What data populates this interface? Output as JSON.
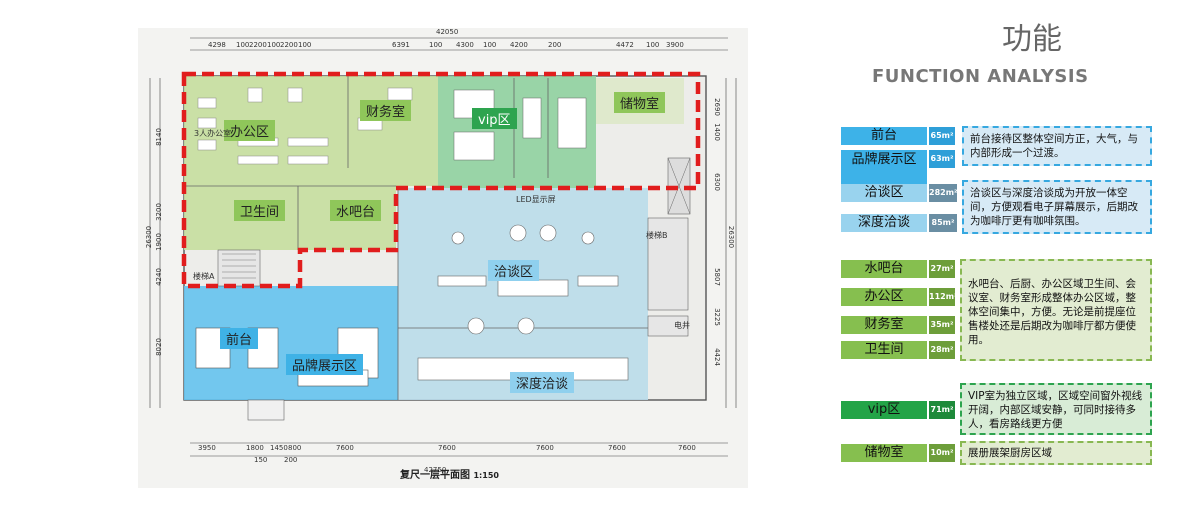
{
  "header": {
    "title_cn": "功能",
    "title_en": "FUNCTION ANALYSIS"
  },
  "plan": {
    "caption": "复尺一层平面图",
    "scale": "1:150",
    "top_total": "42050",
    "bottom_total": "42750",
    "top_dims": [
      "4298",
      "100",
      "2200",
      "100",
      "2200",
      "100",
      "6391",
      "100",
      "4300",
      "100",
      "4200",
      "200",
      "4472",
      "100",
      "3900"
    ],
    "bottom_dims": [
      "3950",
      "1800",
      "1450",
      "800",
      "7600",
      "7600",
      "7600",
      "7600",
      "7600"
    ],
    "bottom_sub_dims": [
      "150",
      "200"
    ],
    "left_total": "26300",
    "left_dims": [
      "8140",
      "3200",
      "1900",
      "4240",
      "8020"
    ],
    "right_total": "26300",
    "right_dims": [
      "2690",
      "1400",
      "6300",
      "5807",
      "3225",
      "4424"
    ],
    "zones": {
      "office": "办公区",
      "finance": "财务室",
      "vip": "vip区",
      "storage": "储物室",
      "toilet": "卫生间",
      "bar": "水吧台",
      "lounge": "洽谈区",
      "reception": "前台",
      "showroom": "品牌展示区",
      "deep": "深度洽谈",
      "stair_a": "楼梯A",
      "stair_b": "楼梯B",
      "elevator": "电井",
      "led": "LED显示屏",
      "room_small": "3人办公室"
    }
  },
  "legend": {
    "groups": [
      {
        "items": [
          {
            "label": "前台",
            "area": "65m²",
            "color": "blue"
          },
          {
            "label": "品牌展示区",
            "area": "63m²",
            "color": "blue"
          }
        ],
        "desc": "前台接待区整体空间方正，大气，与内部形成一个过渡。",
        "desc_color": "blue"
      },
      {
        "items": [
          {
            "label": "洽谈区",
            "area": "282m²",
            "color": "lightblue"
          },
          {
            "label": "深度洽谈",
            "area": "85m²",
            "color": "lightblue"
          }
        ],
        "desc": "洽谈区与深度洽谈成为开放一体空间，方便观看电子屏幕展示，后期改为咖啡厅更有咖啡氛围。",
        "desc_color": "blue"
      },
      {
        "items": [
          {
            "label": "水吧台",
            "area": "27m²",
            "color": "green"
          },
          {
            "label": "办公区",
            "area": "112m²",
            "color": "green"
          },
          {
            "label": "财务室",
            "area": "35m²",
            "color": "green"
          },
          {
            "label": "卫生间",
            "area": "28m²",
            "color": "green"
          }
        ],
        "desc": "水吧台、后厨、办公区域卫生间、会议室、财务室形成整体办公区域，整体空间集中，方便。无论是前提座位售楼处还是后期改为咖啡厅都方便使用。",
        "desc_color": "green"
      },
      {
        "items": [
          {
            "label": "vip区",
            "area": "71m²",
            "color": "vip"
          }
        ],
        "desc": "VIP室为独立区域，区域空间窗外视线开阔，内部区域安静，可同时接待多人，看房路线更方便",
        "desc_color": "vip"
      },
      {
        "items": [
          {
            "label": "储物室",
            "area": "10m²",
            "color": "green"
          }
        ],
        "desc": "展册展架厨房区域",
        "desc_color": "green"
      }
    ]
  }
}
